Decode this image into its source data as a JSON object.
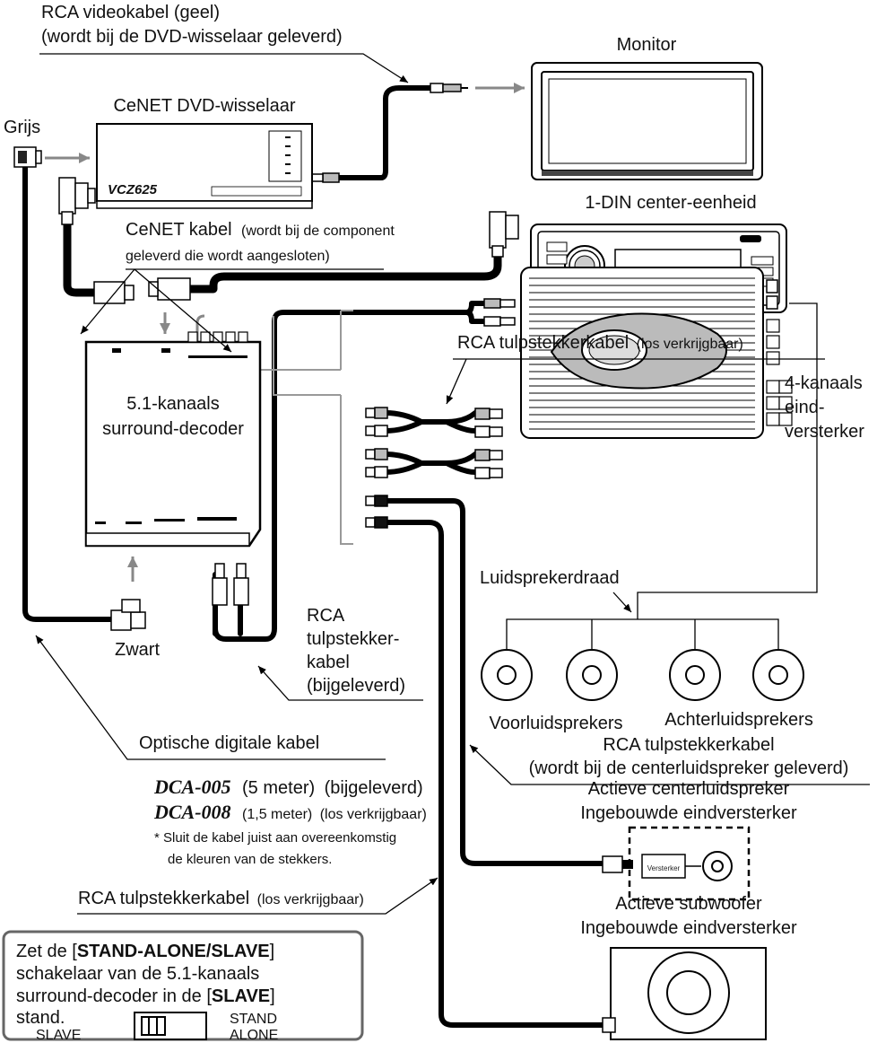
{
  "labels": {
    "rca_video_line1": "RCA videokabel (geel)",
    "rca_video_line2": "(wordt bij de DVD-wisselaar geleverd)",
    "monitor": "Monitor",
    "dvd_changer": "CeNET DVD-wisselaar",
    "dvd_model": "VCZ625",
    "grey": "Grijs",
    "center_unit": "1-DIN center-eenheid",
    "cenet_cable_main": "CeNET kabel",
    "cenet_cable_note1": "(wordt bij de component",
    "cenet_cable_note2": "geleverd die wordt aangesloten)",
    "rca_optional_top_main": "RCA tulpstekkerkabel",
    "rca_optional_top_note": "(los verkrijgbaar)",
    "amp_line1": "4-kanaals",
    "amp_line2": "eind-",
    "amp_line3": "versterker",
    "decoder_line1": "5.1-kanaals",
    "decoder_line2": "surround-decoder",
    "speaker_wire": "Luidsprekerdraad",
    "black": "Zwart",
    "rca_supplied_line1": "RCA",
    "rca_supplied_line2": "tulpstekker-",
    "rca_supplied_line3": "kabel",
    "rca_supplied_line4": "(bijgeleverd)",
    "front_speakers": "Voorluidsprekers",
    "rear_speakers": "Achterluidsprekers",
    "rca_center_line1": "RCA tulpstekkerkabel",
    "rca_center_line2": "(wordt bij de centerluidspreker geleverd)",
    "optical_cable": "Optische digitale kabel",
    "dca005_model": "DCA-005",
    "dca005_desc1": "(5 meter)",
    "dca005_desc2": "(bijgeleverd)",
    "dca008_model": "DCA-008",
    "dca008_desc1": "(1,5 meter)",
    "dca008_desc2": "(los verkrijgbaar)",
    "note_line1": "*  Sluit de kabel juist aan overeenkomstig",
    "note_line2": "de kleuren van de stekkers.",
    "active_center_line1": "Actieve centerluidspreker",
    "active_center_line2": "Ingebouwde eindversterker",
    "amplifier_box": "Versterker",
    "rca_optional_bottom_main": "RCA tulpstekkerkabel",
    "rca_optional_bottom_note": "(los verkrijgbaar)",
    "active_sub_line1": "Actieve subwoofer",
    "active_sub_line2": "Ingebouwde eindversterker"
  },
  "note_box": {
    "line1_pre": "Zet de [",
    "line1_bold": "STAND-ALONE/SLAVE",
    "line1_post": "]",
    "line2": "schakelaar van de 5.1-kanaals",
    "line3_pre": "surround-decoder in de [",
    "line3_bold": "SLAVE",
    "line3_post": "]",
    "line4": "stand.",
    "switch_left": "SLAVE",
    "switch_right_line1": "STAND",
    "switch_right_line2": "ALONE"
  }
}
